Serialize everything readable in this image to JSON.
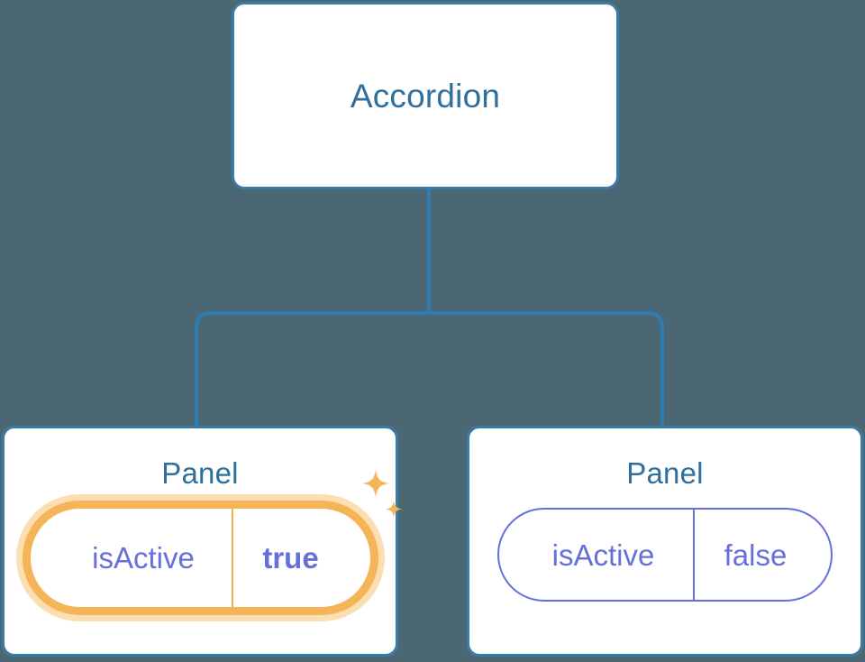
{
  "diagram": {
    "type": "component-tree",
    "background_color": "#4b6774",
    "node_border_color": "#3a7ca8",
    "node_title_color": "#2e6f9e",
    "connector_color": "#2e7db2",
    "prop_color": "#6670da",
    "highlight_color": "#f5b457",
    "highlight_glow_color": "#fbdfb1",
    "root": {
      "title": "Accordion"
    },
    "children": [
      {
        "title": "Panel",
        "highlighted": true,
        "prop": {
          "key": "isActive",
          "value": "true"
        },
        "sparkle_icons": [
          "sparkle-large-icon",
          "sparkle-small-icon"
        ]
      },
      {
        "title": "Panel",
        "highlighted": false,
        "prop": {
          "key": "isActive",
          "value": "false"
        }
      }
    ]
  }
}
